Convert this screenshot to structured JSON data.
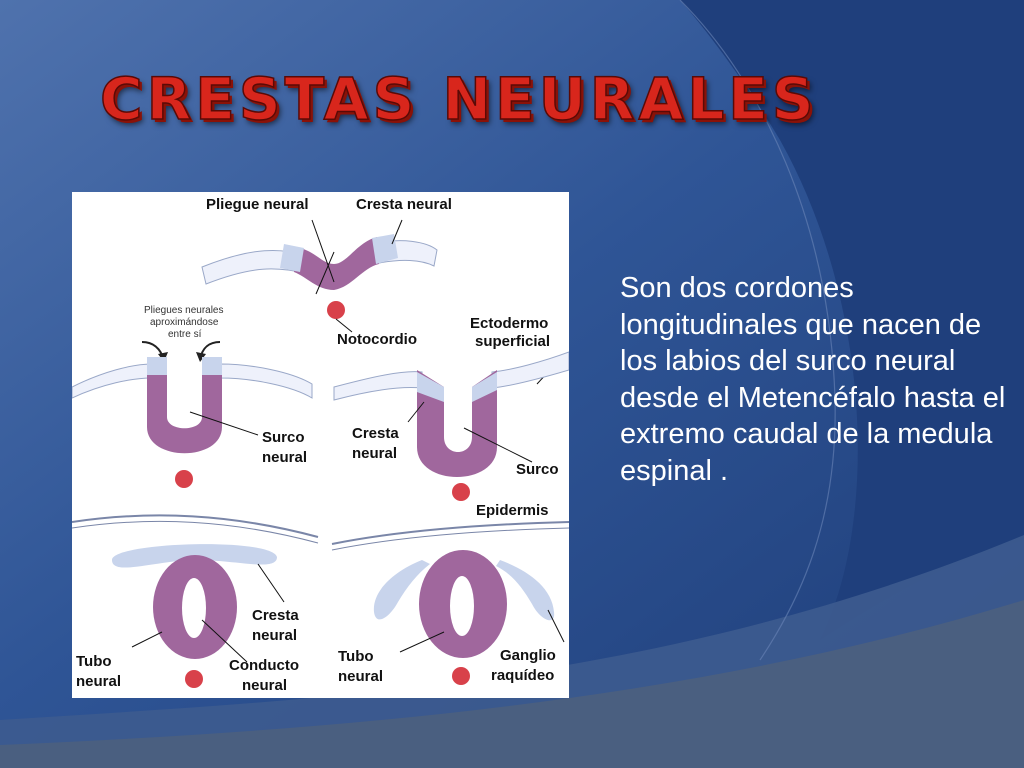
{
  "slide": {
    "title": "Crestas neurales",
    "body": "Son dos cordones longitudinales que nacen de los labios del surco neural desde el Metencéfalo hasta el extremo caudal de la medula espinal .",
    "colors": {
      "background": "#2a4e8c",
      "title": "#d8261c",
      "body_text": "#ffffff"
    }
  },
  "figure": {
    "labels": {
      "pliegue_neural": "Pliegue neural",
      "cresta_neural_top": "Cresta neural",
      "notocordio": "Notocordio",
      "pliegues_aprox_1": "Pliegues neurales",
      "pliegues_aprox_2": "aproximándose",
      "pliegues_aprox_3": "entre sí",
      "ectodermo_1": "Ectodermo",
      "ectodermo_2": "superficial",
      "surco_neural_1": "Surco",
      "surco_neural_2": "neural",
      "cresta_neural_mid_1": "Cresta",
      "cresta_neural_mid_2": "neural",
      "surco": "Surco",
      "epidermis": "Epidermis",
      "cresta_neural_bot_1": "Cresta",
      "cresta_neural_bot_2": "neural",
      "tubo_neural_left_1": "Tubo",
      "tubo_neural_left_2": "neural",
      "conducto_neural_1": "Conducto",
      "conducto_neural_2": "neural",
      "tubo_neural_right_1": "Tubo",
      "tubo_neural_right_2": "neural",
      "ganglio_1": "Ganglio",
      "ganglio_2": "raquídeo"
    },
    "colors": {
      "neural_tissue": "#a0679d",
      "crest": "#c8d4ec",
      "notochord": "#d8414a"
    }
  }
}
